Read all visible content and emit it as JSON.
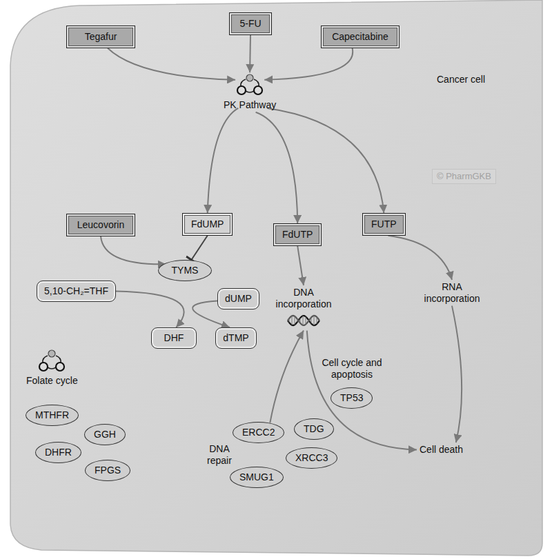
{
  "diagram": {
    "nodes": [
      {
        "text": [
          "Tegafur"
        ]
      },
      {
        "text": [
          "5-FU"
        ]
      },
      {
        "text": [
          "Capecitabine"
        ]
      },
      {
        "text": [
          "PK Pathway"
        ]
      },
      {
        "text": [
          "Leucovorin"
        ]
      },
      {
        "text": [
          "FdUMP"
        ]
      },
      {
        "text": [
          "FdUTP"
        ]
      },
      {
        "text": [
          "FUTP"
        ]
      },
      {
        "text": [
          "TYMS"
        ]
      },
      {
        "text": [
          "5,10-CH₂=THF"
        ]
      },
      {
        "text": [
          "dUMP"
        ]
      },
      {
        "text": [
          "DHF"
        ]
      },
      {
        "text": [
          "dTMP"
        ]
      },
      {
        "text": [
          "MTHFR"
        ]
      },
      {
        "text": [
          "GGH"
        ]
      },
      {
        "text": [
          "DHFR"
        ]
      },
      {
        "text": [
          "FPGS"
        ]
      },
      {
        "text": [
          "DNA incorporation"
        ]
      },
      {
        "text": [
          "RNA incorporation"
        ]
      },
      {
        "text": [
          "TP53"
        ]
      },
      {
        "text": [
          "ERCC2"
        ]
      },
      {
        "text": [
          "TDG"
        ]
      },
      {
        "text": [
          "XRCC3"
        ]
      },
      {
        "text": [
          "SMUG1"
        ]
      },
      {
        "text": [
          "Cell death"
        ]
      }
    ],
    "edges": [
      {
        "from": 0,
        "to": 3,
        "arrow": "to"
      },
      {
        "from": 1,
        "to": 3,
        "arrow": "to"
      },
      {
        "from": 2,
        "to": 3,
        "arrow": "to"
      },
      {
        "from": 3,
        "to": 5,
        "arrow": "to"
      },
      {
        "from": 3,
        "to": 6,
        "arrow": "to"
      },
      {
        "from": 3,
        "to": 7,
        "arrow": "to"
      },
      {
        "from": 4,
        "to": 8,
        "arrow": "to"
      },
      {
        "from": 5,
        "to": 8,
        "arrow": "to"
      },
      {
        "from": 6,
        "to": 17,
        "arrow": "to"
      },
      {
        "from": 7,
        "to": 18,
        "arrow": "to"
      },
      {
        "from": 9,
        "to": 11,
        "arrow": "to"
      },
      {
        "from": 10,
        "to": 12,
        "arrow": "to"
      },
      {
        "from": 20,
        "to": 17,
        "arrow": "to"
      },
      {
        "from": 17,
        "to": 24,
        "arrow": "to"
      },
      {
        "from": 18,
        "to": 24,
        "arrow": "to"
      }
    ],
    "labels": [
      "Cancer cell",
      "© PharmGKB",
      "Folate cycle",
      "Cell cycle and apoptosis",
      "DNA repair"
    ]
  }
}
